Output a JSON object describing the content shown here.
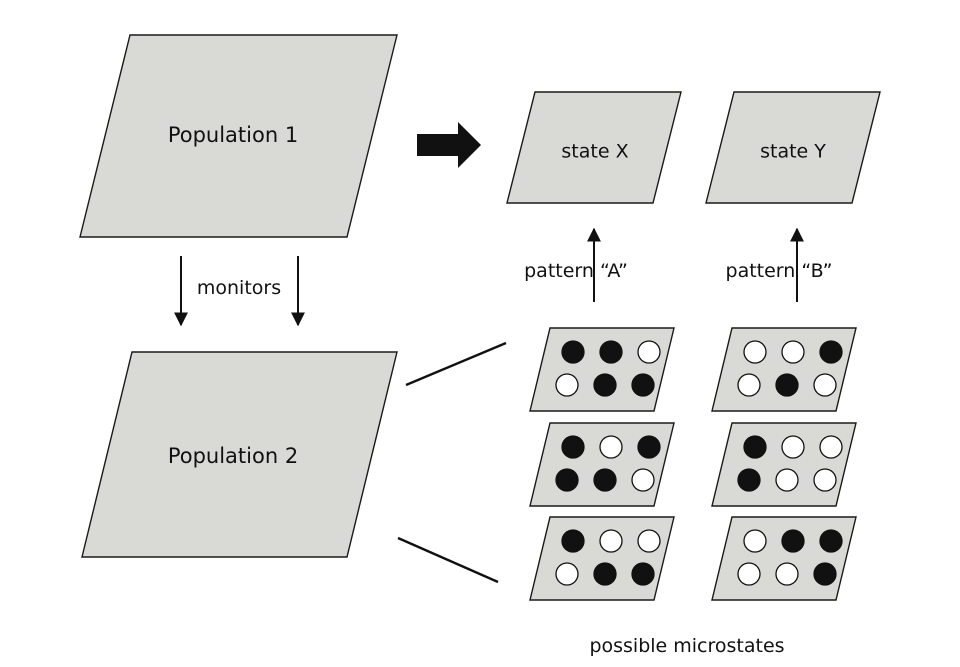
{
  "populations": [
    {
      "label": "Population 1"
    },
    {
      "label": "Population 2"
    }
  ],
  "states": [
    {
      "label": "state X",
      "pattern": "pattern “A”"
    },
    {
      "label": "state Y",
      "pattern": "pattern “B”"
    }
  ],
  "monitors_label": "monitors",
  "footer_label": "possible microstates",
  "colors": {
    "shape_fill": "#d9d9d5",
    "outline": "#1a1a1a",
    "filled_dot": "#111111",
    "empty_dot": "#ffffff"
  },
  "microstates": {
    "column_A": [
      [
        [
          1,
          1,
          0
        ],
        [
          0,
          1,
          1
        ]
      ],
      [
        [
          1,
          0,
          1
        ],
        [
          1,
          1,
          0
        ]
      ],
      [
        [
          1,
          0,
          0
        ],
        [
          0,
          1,
          1
        ]
      ]
    ],
    "column_B": [
      [
        [
          0,
          0,
          1
        ],
        [
          0,
          1,
          0
        ]
      ],
      [
        [
          1,
          0,
          0
        ],
        [
          1,
          0,
          0
        ]
      ],
      [
        [
          0,
          1,
          1
        ],
        [
          0,
          0,
          1
        ]
      ]
    ]
  }
}
